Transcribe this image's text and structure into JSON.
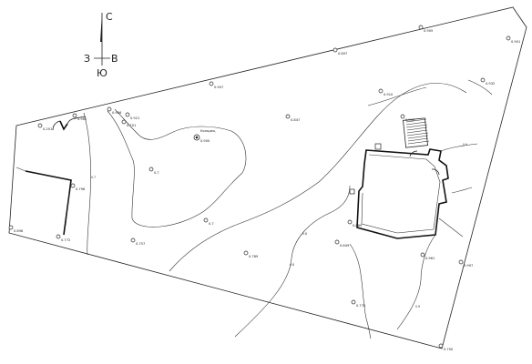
{
  "compass": {
    "north": "С",
    "west": "З",
    "east": "В",
    "south": "Ю"
  },
  "elevation_points": [
    {
      "id": "p-01",
      "label": "0.201"
    },
    {
      "id": "p-02",
      "label": "0.897"
    },
    {
      "id": "p-03",
      "label": "0.905"
    },
    {
      "id": "p-04",
      "label": "0.901"
    },
    {
      "id": "p-05",
      "label": "0.932"
    },
    {
      "id": "p-06",
      "label": "0.910"
    },
    {
      "id": "p-07",
      "label": "0.907"
    },
    {
      "id": "p-08",
      "label": "0.906"
    },
    {
      "id": "p-09",
      "label": "0.921"
    },
    {
      "id": "p-10",
      "label": "0.961"
    },
    {
      "id": "p-11",
      "label": "0.847"
    },
    {
      "id": "p-12",
      "label": "0.900"
    },
    {
      "id": "p-13",
      "label": "0.7"
    },
    {
      "id": "p-14",
      "label": "0.798"
    },
    {
      "id": "p-15",
      "label": "0.898"
    },
    {
      "id": "p-16",
      "label": "0.772"
    },
    {
      "id": "p-17",
      "label": "0.757"
    },
    {
      "id": "p-18",
      "label": "0.7"
    },
    {
      "id": "p-19",
      "label": "0.789"
    },
    {
      "id": "p-20",
      "label": "0.849"
    },
    {
      "id": "p-21",
      "label": "0.889"
    },
    {
      "id": "p-22",
      "label": "0.774"
    },
    {
      "id": "p-23",
      "label": "0.961"
    },
    {
      "id": "p-24",
      "label": "0.997"
    },
    {
      "id": "p-25",
      "label": "0.700"
    },
    {
      "id": "p-26",
      "label": "0.701"
    }
  ],
  "well": {
    "label": "Колодец",
    "sublabel": "0.900"
  },
  "contour_labels": [
    "0.7",
    "0.8",
    "0.8",
    "0.9",
    "0.9"
  ]
}
